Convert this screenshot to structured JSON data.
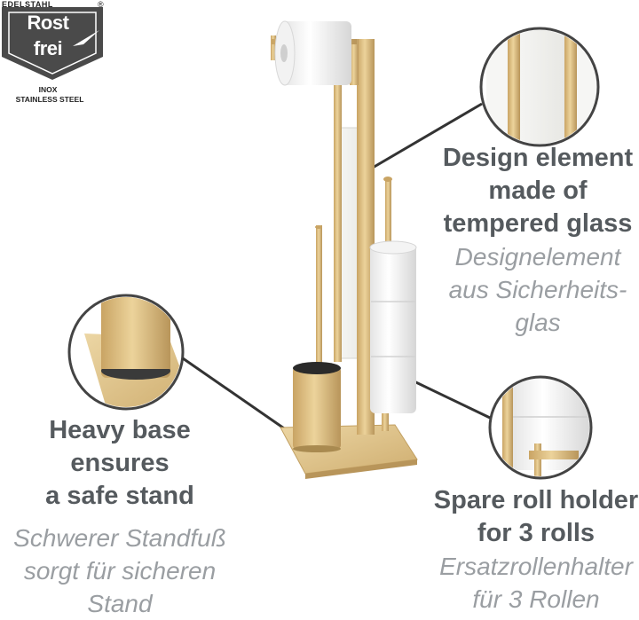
{
  "badge": {
    "top_text": "EDELSTAHL",
    "registered": "®",
    "line1": "Rost",
    "line2": "frei",
    "sub1": "INOX",
    "sub2": "STAINLESS STEEL"
  },
  "callouts": {
    "glass": {
      "en": [
        "Design element",
        "made of",
        "tempered glass"
      ],
      "de": [
        "Designelement",
        "aus Sicherheits-",
        "glas"
      ]
    },
    "base": {
      "en": [
        "Heavy base ensures",
        "a safe stand"
      ],
      "de": [
        "Schwerer Standfuß",
        "sorgt für sicheren",
        "Stand"
      ]
    },
    "spare": {
      "en": [
        "Spare roll holder",
        "for 3 rolls"
      ],
      "de": [
        "Ersatzrollenhalter",
        "für 3 Rollen"
      ]
    }
  },
  "colors": {
    "gold": "#d9b877",
    "gold_dark": "#b8955a",
    "text_en": "#555a5e",
    "text_de": "#9a9ea2",
    "badge": "#4a4a4a"
  }
}
